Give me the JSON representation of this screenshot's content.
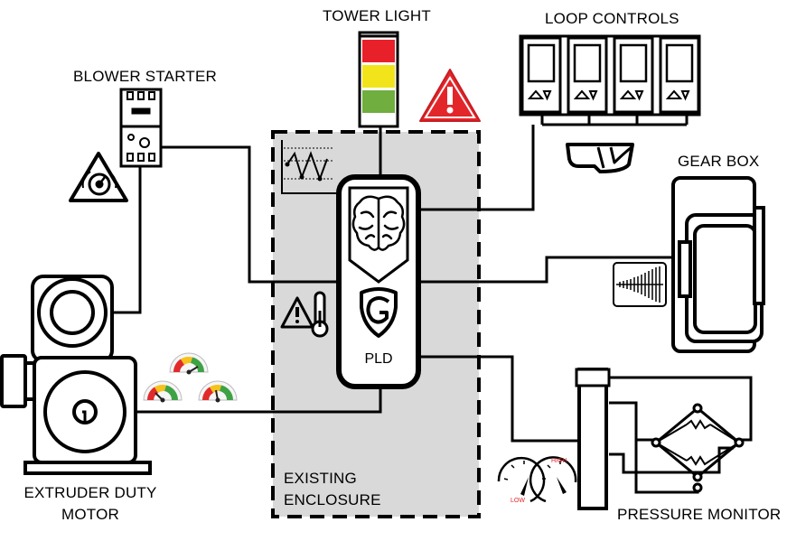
{
  "labels": {
    "tower_light": "TOWER LIGHT",
    "loop_controls": "LOOP CONTROLS",
    "blower_starter": "BLOWER STARTER",
    "gear_box": "GEAR BOX",
    "existing_enclosure_line1": "EXISTING",
    "existing_enclosure_line2": "ENCLOSURE",
    "extruder_motor_line1": "EXTRUDER DUTY",
    "extruder_motor_line2": "MOTOR",
    "pressure_monitor": "PRESSURE MONITOR",
    "pld": "PLD",
    "gauge_low": "LOW",
    "gauge_high": "HIGH"
  },
  "colors": {
    "tower_red": "#e8202a",
    "tower_yellow": "#f2e41a",
    "tower_green": "#6fae3f",
    "warning_red": "#e3262a",
    "enclosure_fill": "#d9d9d9",
    "line": "#000000"
  },
  "icons": {
    "warning": "warning-triangle-icon",
    "brain": "brain-icon",
    "shield": "shield-g-icon",
    "thermometer": "temperature-warning-icon",
    "vibration": "vibration-warning-icon",
    "trend": "trend-chart-icon",
    "waveform": "waveform-icon"
  }
}
